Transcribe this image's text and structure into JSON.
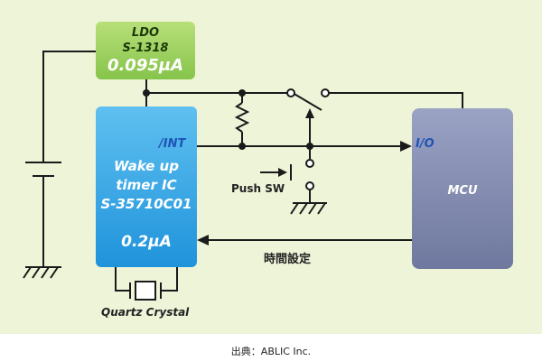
{
  "ldo": {
    "title": "LDO",
    "part": "S-1318",
    "current": "0.095μA"
  },
  "timer_ic": {
    "line1": "Wake up",
    "line2": "timer IC",
    "part": "S-35710C01",
    "current": "0.2μA"
  },
  "mcu": {
    "label": "MCU"
  },
  "signals": {
    "int": "/INT",
    "io": "I/O",
    "time_setting": "時間設定"
  },
  "components": {
    "push_switch": "Push SW",
    "crystal": "Quartz Crystal"
  },
  "source": "出典：ABLIC Inc.",
  "colors": {
    "background": "#eef4d8",
    "ldo": "#86c44a",
    "timer_ic": "#1f93db",
    "mcu": "#6f789e",
    "signal_text": "#1f54b5"
  }
}
